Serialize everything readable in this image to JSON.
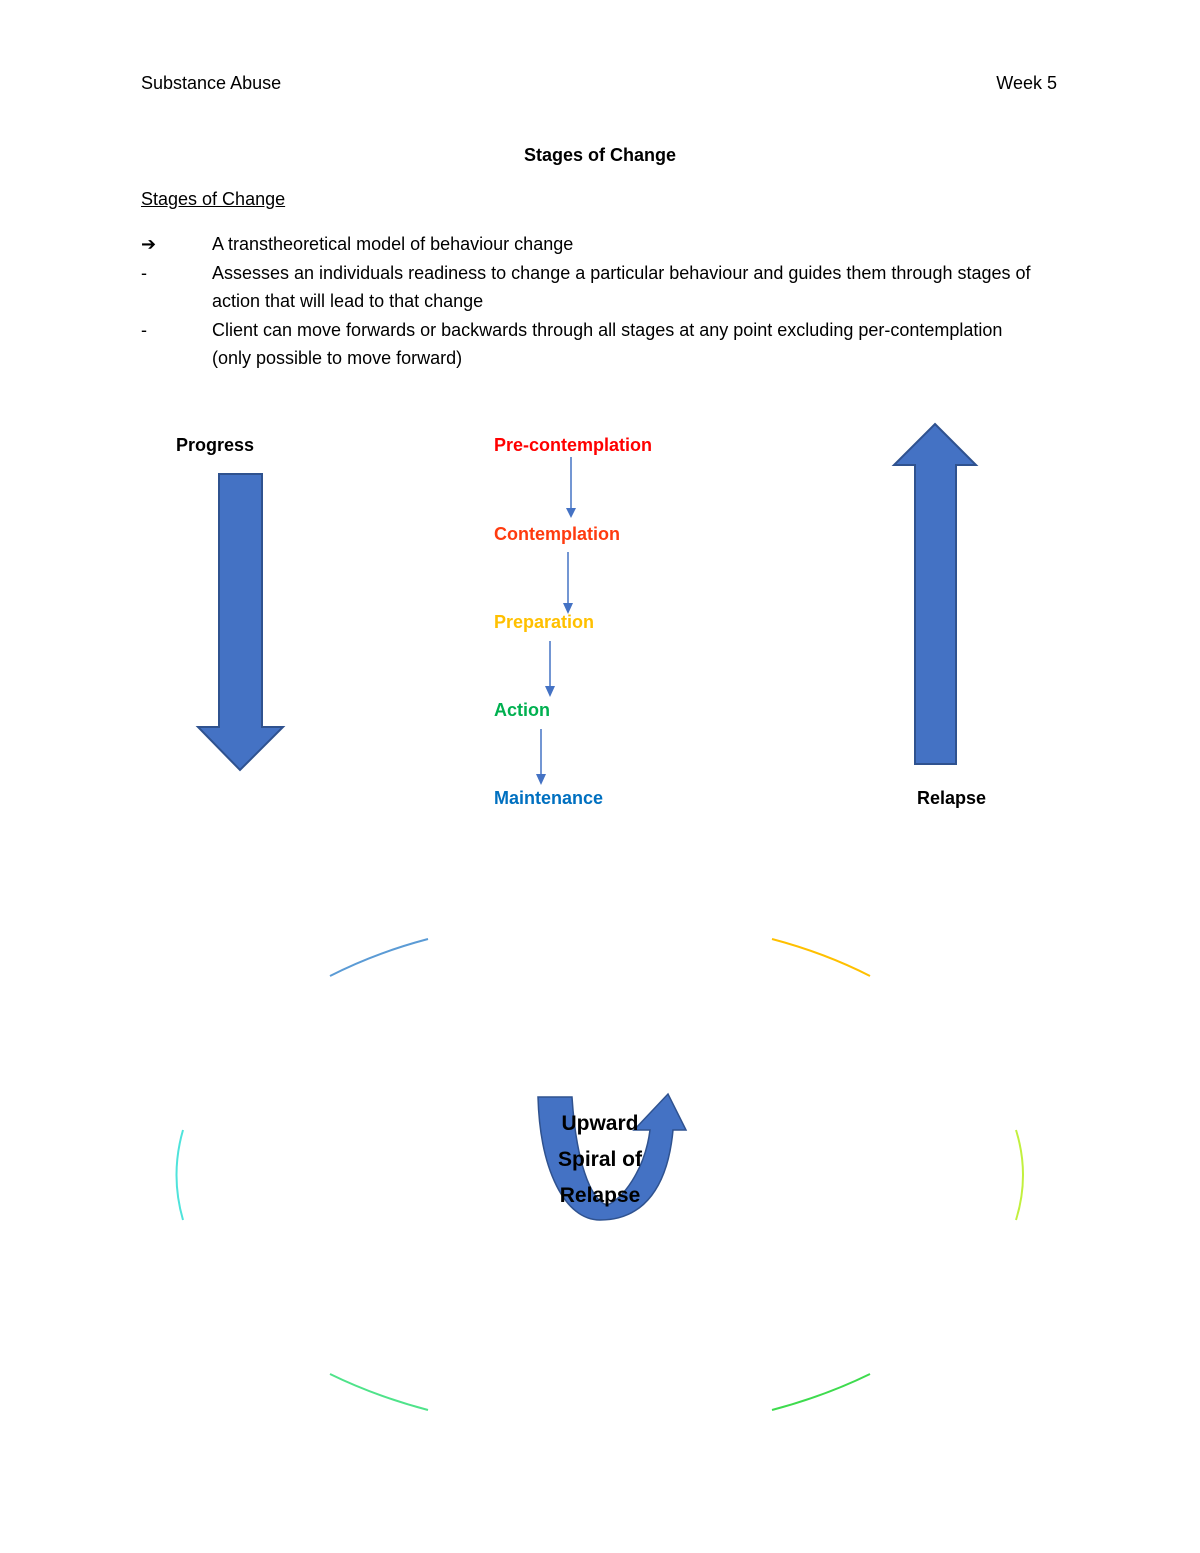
{
  "header": {
    "left": "Substance Abuse",
    "right": "Week 5"
  },
  "document": {
    "title": "Stages of Change",
    "section_heading": "Stages of Change",
    "bullets": [
      {
        "marker": "➔",
        "text": "A transtheoretical model of behaviour change"
      },
      {
        "marker": "-",
        "text": "Assesses an individuals readiness to change a particular behaviour and guides them through stages of action that will lead to that change"
      },
      {
        "marker": "-",
        "text": "Client can move forwards or backwards through all stages at any point excluding per-contemplation (only possible to move forward)"
      }
    ]
  },
  "diagram": {
    "left_label": "Progress",
    "right_label": "Relapse",
    "arrow_color": "#4472C4",
    "arrow_border": "#2F528F",
    "connector_color": "#4472C4",
    "stages": [
      {
        "label": "Pre-contemplation",
        "color": "#FF0000"
      },
      {
        "label": "Contemplation",
        "color": "#FF3B0F"
      },
      {
        "label": "Preparation",
        "color": "#FFC000"
      },
      {
        "label": "Action",
        "color": "#00B050"
      },
      {
        "label": "Maintenance",
        "color": "#0070C0"
      }
    ],
    "cycle": {
      "center_text": [
        "Upward",
        "Spiral of",
        "Relapse"
      ],
      "arc_colors": {
        "top_left": "#5B9BD5",
        "top_right": "#FFC000",
        "right": "#C2F03E",
        "bottom_right": "#3EDB4E",
        "bottom_left": "#4FE38A",
        "left": "#4FE3DB"
      }
    }
  }
}
